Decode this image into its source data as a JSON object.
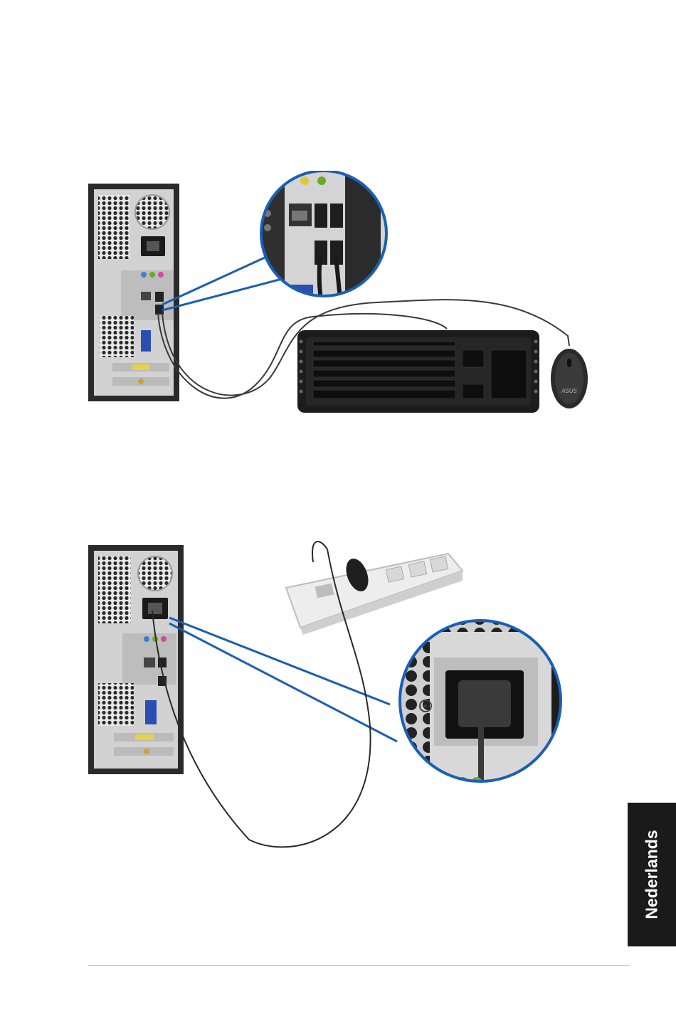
{
  "side_tab": {
    "label": "Nederlands"
  },
  "figures": [
    {
      "id": "keyboard-mouse-connection",
      "mouse_logo": "ASUS"
    },
    {
      "id": "power-cord-connection"
    }
  ],
  "colors": {
    "callout_line": "#1a5fb4",
    "tower_body": "#2a2a2a",
    "panel": "#cfcfcf",
    "cable": "#3a3a3a",
    "keyboard": "#1c1c1c",
    "tab_background": "#1a1a1a",
    "tab_text": "#ffffff"
  }
}
